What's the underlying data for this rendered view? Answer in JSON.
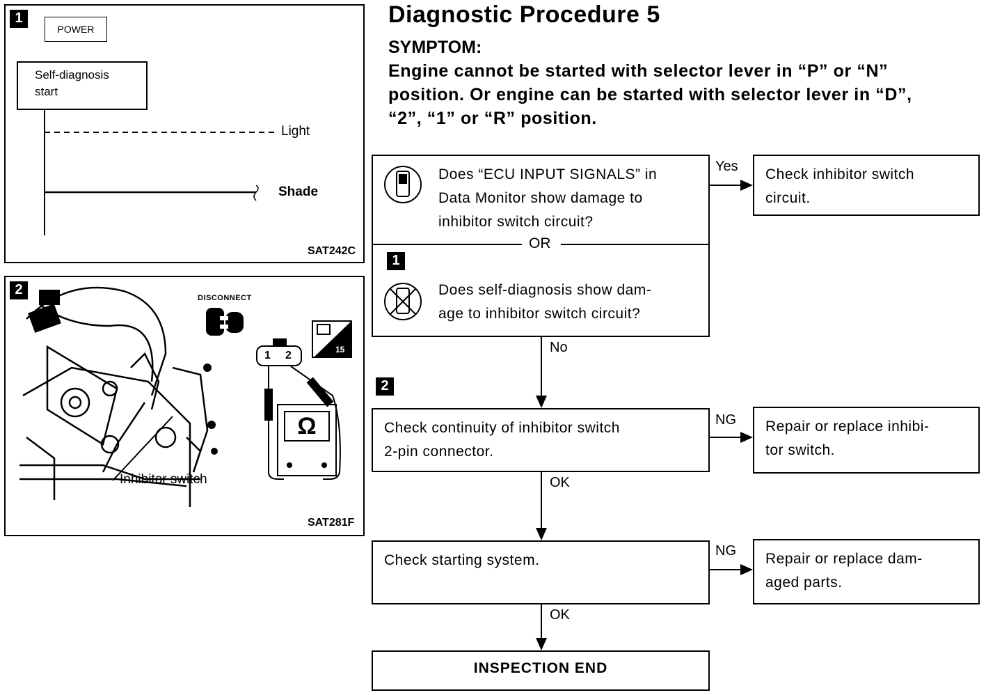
{
  "title": "Diagnostic Procedure 5",
  "symptom": {
    "heading": "SYMPTOM:",
    "lines": [
      "Engine cannot be started with selector lever in “P” or “N”",
      "position. Or engine can be started with selector lever in “D”,",
      "“2”, “1” or “R” position."
    ]
  },
  "figure1": {
    "badge": "1",
    "power_label": "POWER",
    "self_diag_line1": "Self-diagnosis",
    "self_diag_line2": "start",
    "light_label": "Light",
    "shade_label": "Shade",
    "code": "SAT242C"
  },
  "figure2": {
    "badge": "2",
    "disconnect_label": "DISCONNECT",
    "pin1": "1",
    "pin2": "2",
    "ohm_symbol": "Ω",
    "inhibitor_label": "Inhibitor switch",
    "code": "SAT281F"
  },
  "flow": {
    "step1a_lines": [
      "Does “ECU INPUT SIGNALS” in",
      "Data Monitor show damage to",
      "inhibitor switch circuit?"
    ],
    "or_label": "OR",
    "step1_badge": "1",
    "step1b_lines": [
      "Does self-diagnosis show dam-",
      "age to inhibitor switch circuit?"
    ],
    "yes_label": "Yes",
    "yes_result_lines": [
      "Check inhibitor switch",
      "circuit."
    ],
    "no_label": "No",
    "step2_badge": "2",
    "step2_lines": [
      "Check continuity of inhibitor switch",
      "2-pin connector."
    ],
    "ng1_label": "NG",
    "ng1_result_lines": [
      "Repair or replace inhibi-",
      "tor switch."
    ],
    "ok1_label": "OK",
    "step3_text": "Check starting system.",
    "ng2_label": "NG",
    "ng2_result_lines": [
      "Repair or replace dam-",
      "aged parts."
    ],
    "ok2_label": "OK",
    "end_text": "INSPECTION END"
  }
}
